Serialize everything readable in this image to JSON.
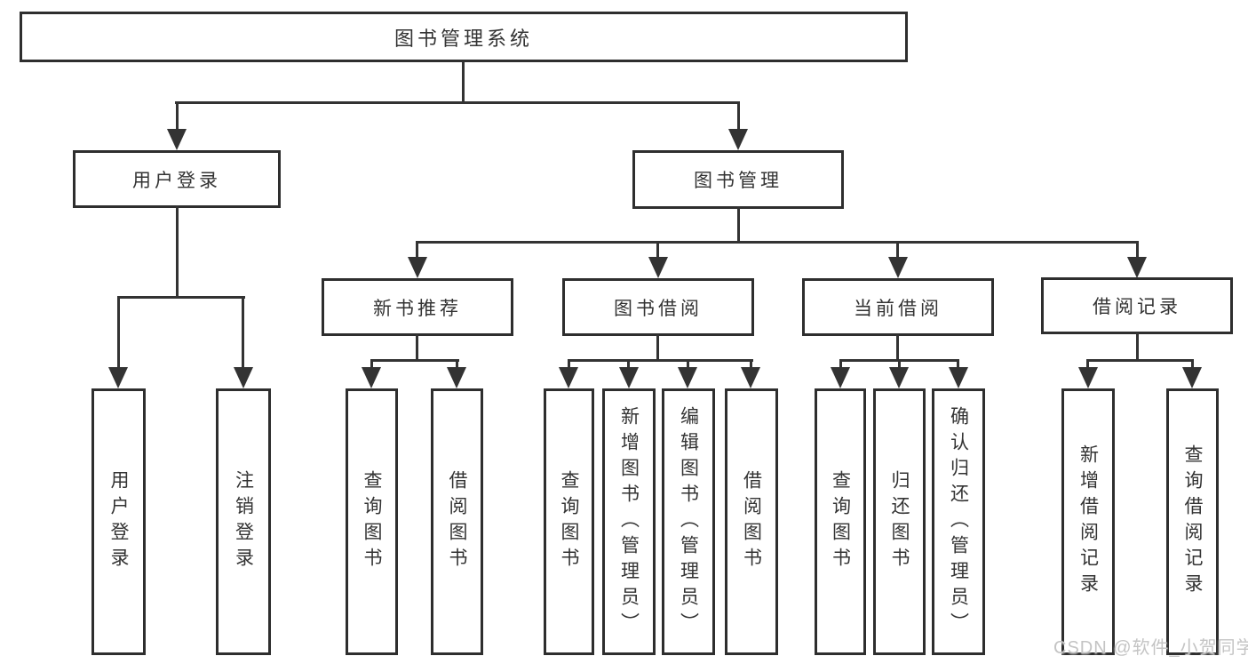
{
  "diagram": {
    "type": "hierarchy-tree",
    "colors": {
      "background": "#ffffff",
      "line": "#333333",
      "box_border": "#2e2e2e",
      "text": "#333333",
      "watermark_text": "#c4c4c4"
    },
    "nodes": {
      "root": {
        "label": "图书管理系统"
      },
      "level1": [
        {
          "label": "用户登录",
          "parent": "图书管理系统"
        },
        {
          "label": "图书管理",
          "parent": "图书管理系统"
        }
      ],
      "level2": [
        {
          "label": "新书推荐",
          "parent": "图书管理"
        },
        {
          "label": "图书借阅",
          "parent": "图书管理"
        },
        {
          "label": "当前借阅",
          "parent": "图书管理"
        },
        {
          "label": "借阅记录",
          "parent": "图书管理"
        }
      ],
      "leaves": [
        {
          "label": "用户登录",
          "parent": "用户登录"
        },
        {
          "label": "注销登录",
          "parent": "用户登录"
        },
        {
          "label": "查询图书",
          "parent": "新书推荐"
        },
        {
          "label": "借阅图书",
          "parent": "新书推荐"
        },
        {
          "label": "查询图书",
          "parent": "图书借阅"
        },
        {
          "label": "新增图书（管理员）",
          "parent": "图书借阅"
        },
        {
          "label": "编辑图书（管理员）",
          "parent": "图书借阅"
        },
        {
          "label": "借阅图书",
          "parent": "图书借阅"
        },
        {
          "label": "查询图书",
          "parent": "当前借阅"
        },
        {
          "label": "归还图书",
          "parent": "当前借阅"
        },
        {
          "label": "确认归还（管理员）",
          "parent": "当前借阅"
        },
        {
          "label": "新增借阅记录",
          "parent": "借阅记录"
        },
        {
          "label": "查询借阅记录",
          "parent": "借阅记录"
        }
      ]
    },
    "watermark": {
      "text": "CSDN @软件_小贺同学"
    }
  }
}
